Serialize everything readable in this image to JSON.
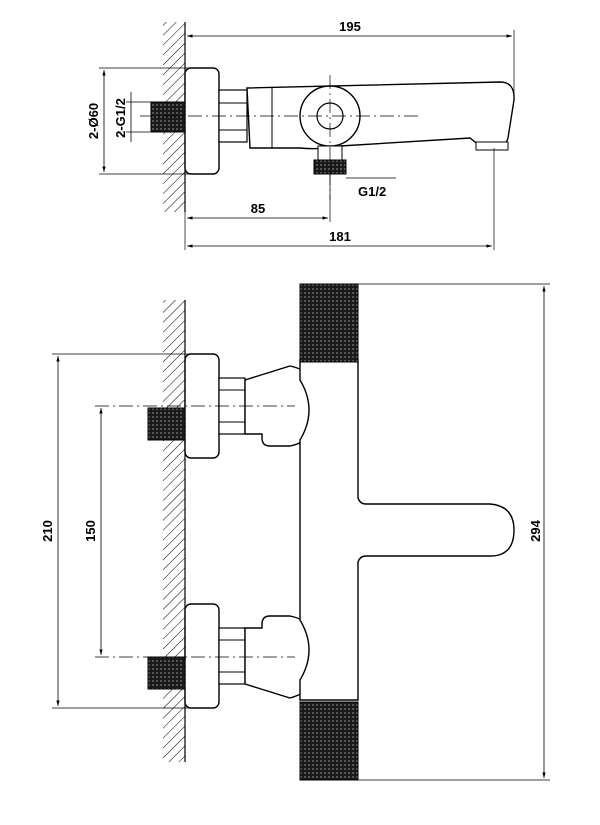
{
  "side_view": {
    "dim_total_length": "195",
    "dim_flange_diameter": "2-Ø60",
    "dim_inlet_thread": "2-G1/2",
    "dim_outlet_thread": "G1/2",
    "dim_outlet_offset": "85",
    "dim_body_length": "181"
  },
  "front_view": {
    "dim_wall_span": "210",
    "dim_inlet_centers": "150",
    "dim_total_height": "294"
  }
}
